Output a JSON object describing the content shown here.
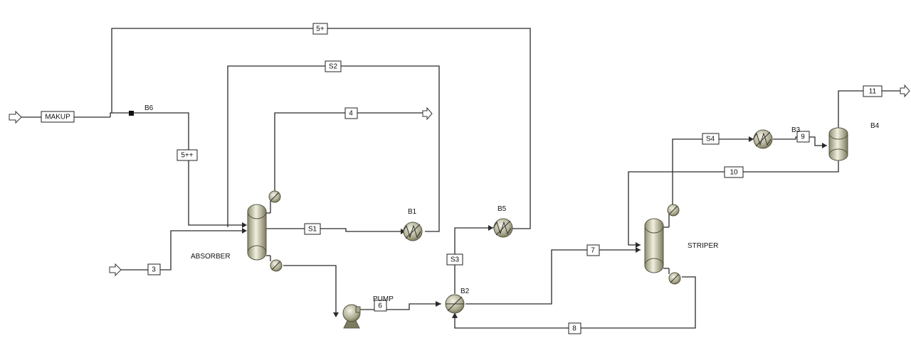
{
  "colors": {
    "line": "#2a2a2a",
    "vessel_light": "#f1f0e0",
    "vessel_dark": "#8e8c6e"
  },
  "streams": {
    "makeup": "MAKUP",
    "s5plus": "5+",
    "s2": "S2",
    "s4top": "4",
    "s5pp": "5++",
    "s1": "S1",
    "s3in": "3",
    "s3": "S3",
    "s6": "6",
    "s7": "7",
    "s8": "8",
    "s4": "S4",
    "s9": "9",
    "s10": "10",
    "s11": "11"
  },
  "blocks": {
    "b6": "B6",
    "b1": "B1",
    "b5": "B5",
    "b2": "B2",
    "b3": "B3",
    "b4": "B4",
    "absorber": "ABSORBER",
    "pump": "PUMP",
    "striper": "STRIPER"
  },
  "icons": [
    "feed-arrow-icon",
    "product-arrow-icon",
    "column-icon",
    "heat-exchanger-icon",
    "pump-icon",
    "flash-drum-icon",
    "mixer-icon"
  ]
}
